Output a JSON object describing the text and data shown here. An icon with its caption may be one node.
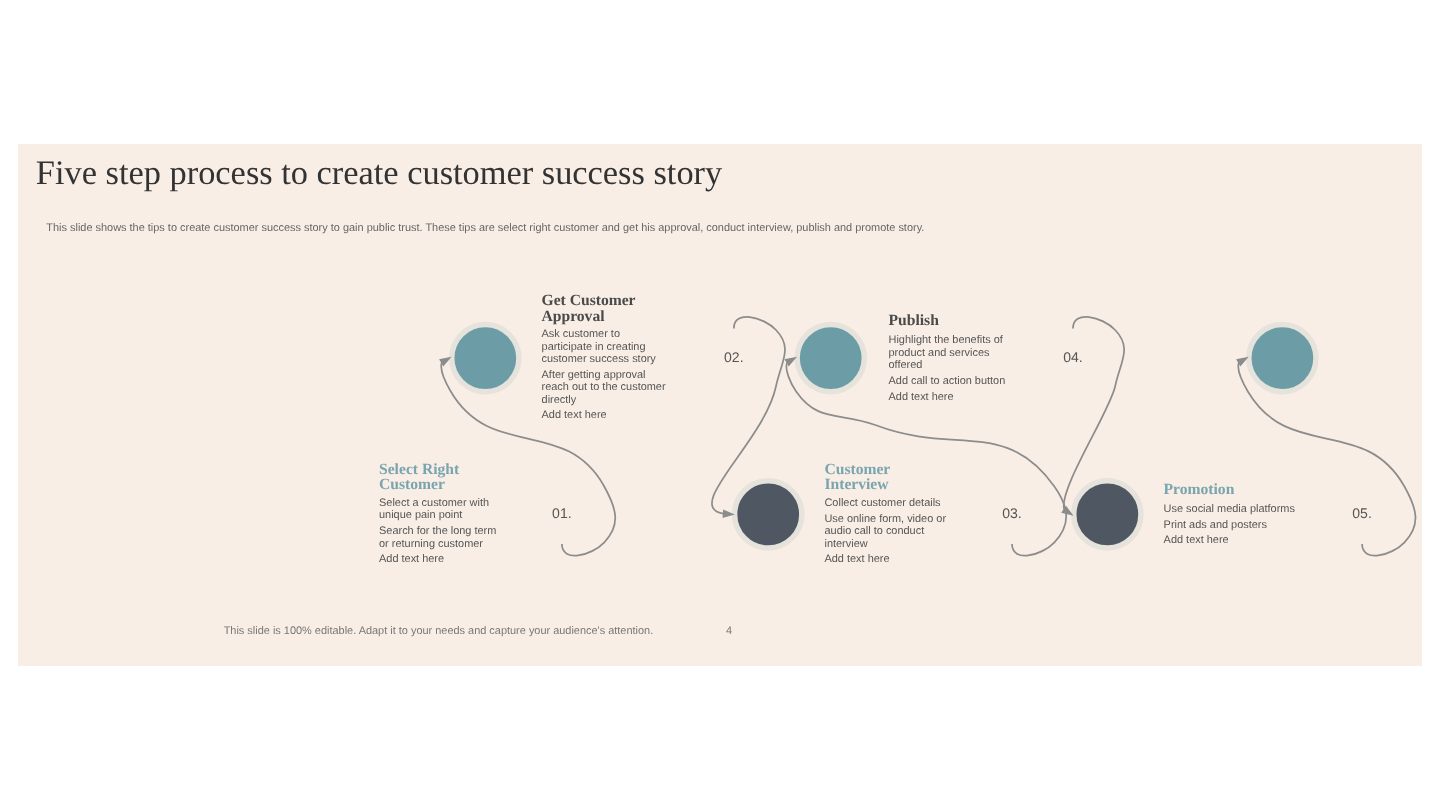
{
  "diagram": {
    "title": "Five step process to create customer success story",
    "nodes": [
      {
        "text": [],
        "shape": "circle"
      },
      {
        "text": [
          "01."
        ]
      },
      {
        "text": [
          "02."
        ]
      },
      {
        "text": [],
        "shape": "circle"
      },
      {
        "text": [],
        "shape": "circle"
      },
      {
        "text": [
          "03."
        ]
      },
      {
        "text": [
          "04."
        ]
      },
      {
        "text": [],
        "shape": "circle"
      },
      {
        "text": [],
        "shape": "circle"
      },
      {
        "text": [
          "05."
        ]
      }
    ],
    "edges": [
      {
        "from": 1,
        "to": 0,
        "arrow": "to"
      },
      {
        "from": 2,
        "to": 3,
        "arrow": "to"
      },
      {
        "from": 5,
        "to": 4,
        "arrow": "to"
      },
      {
        "from": 6,
        "to": 7,
        "arrow": "to"
      },
      {
        "from": 9,
        "to": 8,
        "arrow": "to"
      }
    ],
    "labels": [
      "This slide shows the tips to create customer success story to gain public trust. These tips are select right customer and get his approval, conduct interview, publish and promote story.",
      "Select Right Customer",
      "Select a customer with unique pain point",
      "Search for the long term or returning customer",
      "Add text here",
      "Get Customer Approval",
      "Ask customer to participate in creating customer success story",
      "After getting approval reach out to the customer directly",
      "Add text here",
      "Customer Interview",
      "Collect customer details",
      "Use online form, video or audio call to conduct interview",
      "Add text here",
      "Publish",
      "Highlight the benefits of product and services offered",
      "Add call to action button",
      "Add text here",
      "Promotion",
      "Use social media platforms",
      "Print ads and posters",
      "Add text here",
      "This slide is 100% editable. Adapt it to your needs and capture your audience's attention.",
      "4"
    ]
  }
}
